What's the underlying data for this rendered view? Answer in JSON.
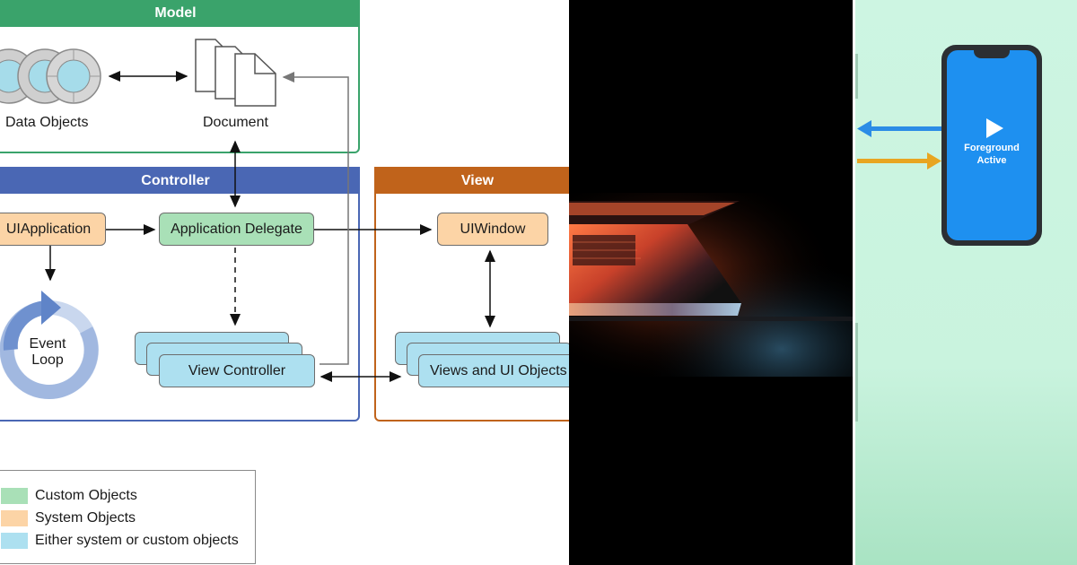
{
  "diagram": {
    "model": {
      "title": "Model",
      "data_objects_label": "Data Objects",
      "document_label": "Document"
    },
    "controller": {
      "title": "Controller",
      "ui_application": "UIApplication",
      "application_delegate": "Application Delegate",
      "event_loop_line1": "Event",
      "event_loop_line2": "Loop",
      "view_controller": "View Controller"
    },
    "view": {
      "title": "View",
      "ui_window": "UIWindow",
      "views_and_ui_objects": "Views and UI Objects"
    },
    "legend": {
      "items": [
        {
          "label": "Custom Objects",
          "color": "#a9e0b7"
        },
        {
          "label": "System Objects",
          "color": "#fcd4a6"
        },
        {
          "label": "Either system or custom objects",
          "color": "#ade0f0"
        }
      ]
    },
    "colors": {
      "model": "#3aa36b",
      "controller": "#4a67b4",
      "view": "#c0631b"
    }
  },
  "photo": {
    "subject": "laptop-icon",
    "accent": "#ff5a2a"
  },
  "phone_panel": {
    "state_line1": "Foreground",
    "state_line2": "Active",
    "icon": "play-icon",
    "arrow_out_color": "#2b8ce6",
    "arrow_in_color": "#e8a521"
  }
}
